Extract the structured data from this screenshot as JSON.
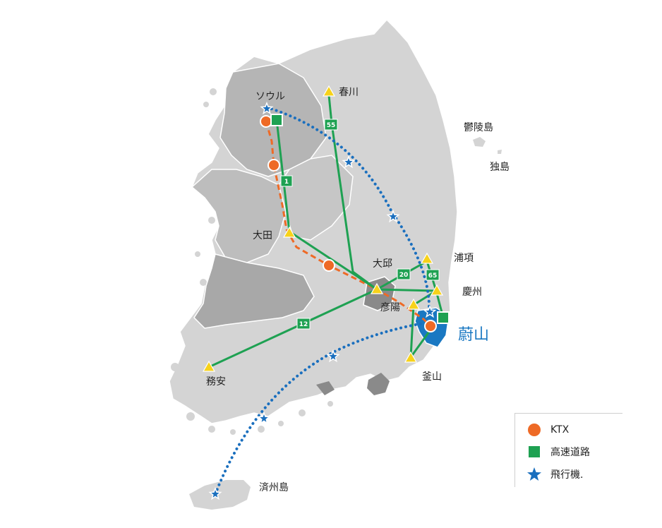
{
  "map": {
    "cities": {
      "seoul": "ソウル",
      "chuncheon": "春川",
      "ulleungdo": "鬱陵島",
      "dokdo": "独島",
      "daejeon": "大田",
      "daegu": "大邱",
      "pohang": "浦項",
      "gyeongju": "慶州",
      "eonyang": "彦陽",
      "ulsan": "蔚山",
      "mokpo": "務安",
      "busan": "釜山",
      "jeju": "済州島"
    },
    "highways": [
      "55",
      "1",
      "20",
      "65",
      "12"
    ],
    "colors": {
      "land": "#d4d4d4",
      "region_dark": "#b5b5b5",
      "region_mid": "#a8a8a8",
      "ulsan_region": "#1a78c2",
      "ktx": "#ee6a26",
      "highway": "#1ea152",
      "airplane": "#1a6fbe",
      "triangle": "#f7d21a"
    }
  },
  "legend": {
    "ktx_label": "KTX",
    "highway_label": "高速道路",
    "airplane_label": "飛行機."
  }
}
